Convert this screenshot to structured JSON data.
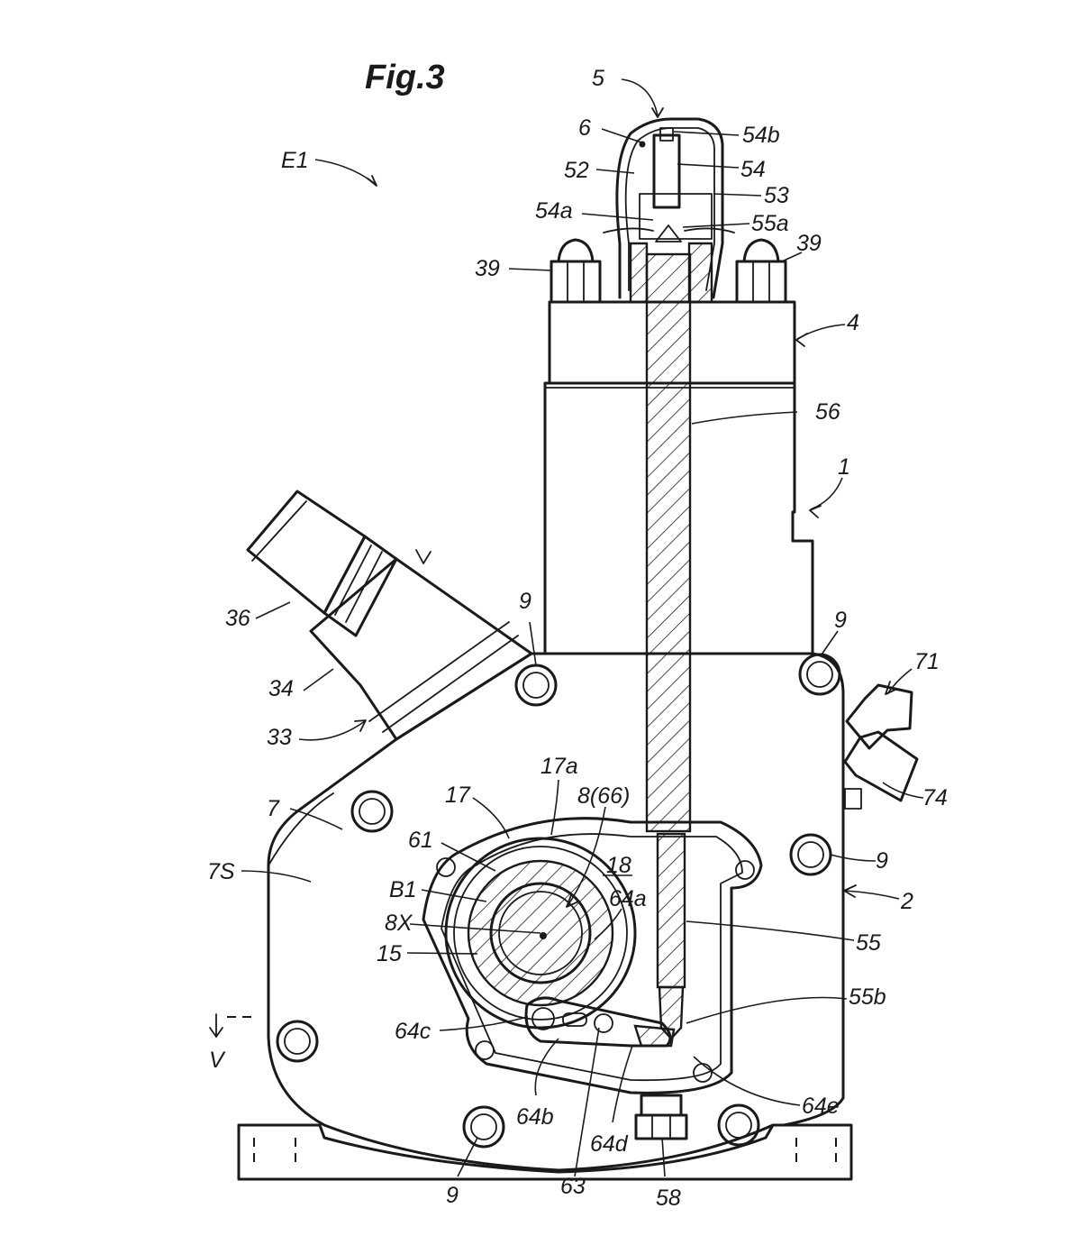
{
  "figure": {
    "title": "Fig.3",
    "labels": {
      "l_5": "5",
      "l_6": "6",
      "l_54b": "54b",
      "l_52": "52",
      "l_54": "54",
      "l_53": "53",
      "l_54a": "54a",
      "l_55a": "55a",
      "l_39_left": "39",
      "l_39_right": "39",
      "l_E1": "E1",
      "l_4": "4",
      "l_56": "56",
      "l_1": "1",
      "l_36": "36",
      "l_9_a": "9",
      "l_9_b": "9",
      "l_9_c": "9",
      "l_9_d": "9",
      "l_71": "71",
      "l_34": "34",
      "l_33": "33",
      "l_17a": "17a",
      "l_17": "17",
      "l_8_66": "8(66)",
      "l_74": "74",
      "l_7": "7",
      "l_61": "61",
      "l_18": "18",
      "l_7S": "7S",
      "l_2": "2",
      "l_B1": "B1",
      "l_64a": "64a",
      "l_8X": "8X",
      "l_55": "55",
      "l_15": "15",
      "l_55b": "55b",
      "l_64c": "64c",
      "l_V": "V",
      "l_64e": "64e",
      "l_64b": "64b",
      "l_64d": "64d",
      "l_63": "63",
      "l_58": "58"
    }
  }
}
